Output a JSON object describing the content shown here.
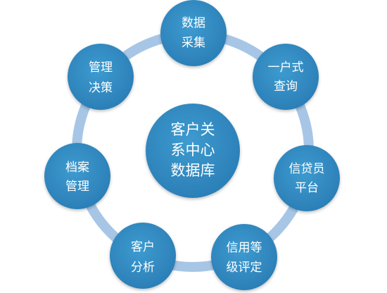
{
  "center": {
    "lines": [
      "客户关",
      "系中心",
      "数据库"
    ]
  },
  "nodes": [
    {
      "id": "data-collection",
      "lines": [
        "数据",
        "采集"
      ]
    },
    {
      "id": "one-stop-query",
      "lines": [
        "一户式",
        "查询"
      ]
    },
    {
      "id": "credit-officer-platform",
      "lines": [
        "信贷员",
        "平台"
      ]
    },
    {
      "id": "credit-rating",
      "lines": [
        "信用等",
        "级评定"
      ]
    },
    {
      "id": "customer-analysis",
      "lines": [
        "客户",
        "分析"
      ]
    },
    {
      "id": "archive-management",
      "lines": [
        "档案",
        "管理"
      ]
    },
    {
      "id": "management-decision",
      "lines": [
        "管理",
        "决策"
      ]
    }
  ],
  "colors": {
    "node_fill": "#2f86bd",
    "node_fill_light": "#3a97cc",
    "ring": "#a7c6e6",
    "text": "#ffffff",
    "background": "#ffffff"
  }
}
